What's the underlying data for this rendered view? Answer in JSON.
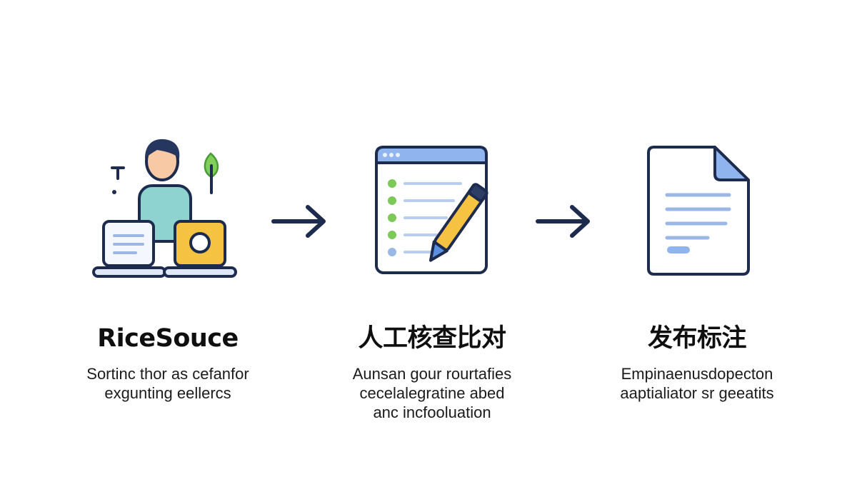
{
  "steps": [
    {
      "title": "RiceSouce",
      "description": [
        "Sortinc thor as cefanfor",
        "exgunting  eellercs"
      ]
    },
    {
      "title": "人工核查比对",
      "description": [
        "Aunsan gour rourtafies",
        "cecelalegratine abed",
        "anc incfooluation"
      ]
    },
    {
      "title": "发布标注",
      "description": [
        "Empinaenusdopecton",
        "aaptialiator sr geeatits"
      ]
    }
  ],
  "icons": {
    "step1": "person-with-laptops-icon",
    "step2": "checklist-window-pen-icon",
    "step3": "document-icon",
    "arrow": "arrow-right-icon"
  },
  "colors": {
    "outline": "#1d2b4f",
    "blue": "#5b8fe0",
    "green": "#6cc04a",
    "yellow": "#f5c242",
    "light_blue": "#e8f0fc"
  }
}
